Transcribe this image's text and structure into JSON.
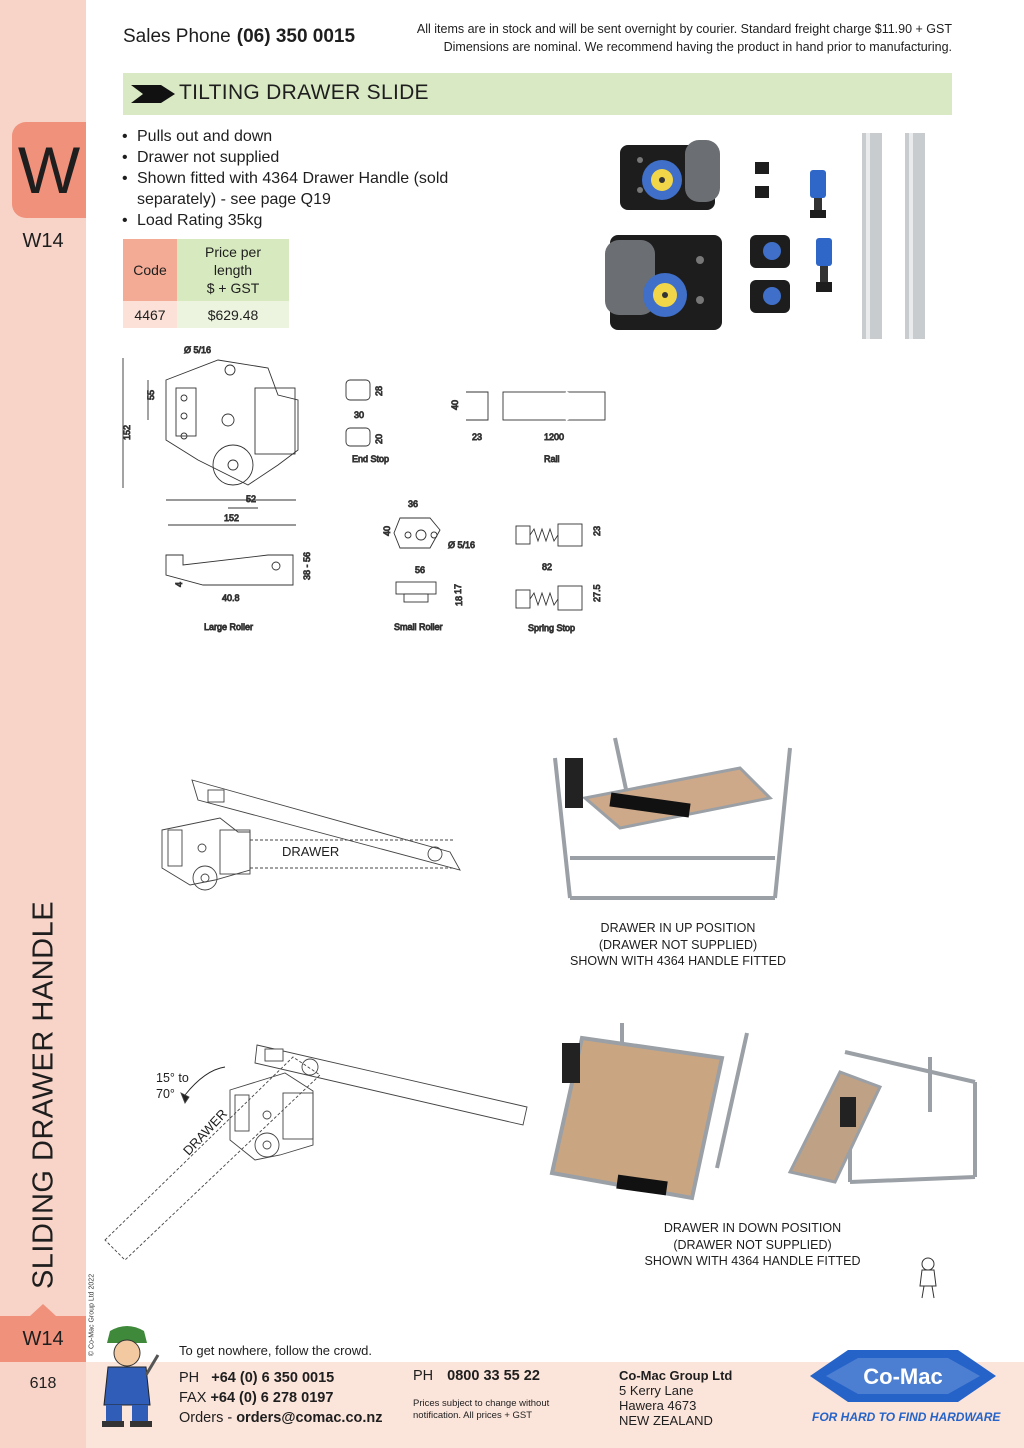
{
  "sidebar": {
    "letter": "W",
    "code": "W14",
    "vertical_title": "SLIDING DRAWER HANDLE",
    "copyright": "© Co-Mac Group Ltd 2022",
    "bottom_code": "W14",
    "page_number": "618"
  },
  "header": {
    "sales_label": "Sales Phone",
    "sales_number": "(06) 350 0015",
    "note_line1": "All items are in stock and will be sent overnight by courier. Standard freight charge $11.90 + GST",
    "note_line2": "Dimensions are nominal. We recommend having the product in hand prior to manufacturing."
  },
  "product": {
    "title": "TILTING DRAWER SLIDE",
    "bullets": [
      "Pulls out and down",
      "Drawer not supplied",
      "Shown fitted with 4364 Drawer Handle (sold separately) - see page Q19",
      "Load Rating 35kg"
    ],
    "table": {
      "code_header": "Code",
      "price_header_l1": "Price per",
      "price_header_l2": "length",
      "price_header_l3": "$ + GST",
      "rows": [
        {
          "code": "4467",
          "price": "$629.48"
        }
      ]
    }
  },
  "drawings": {
    "large_roller_top": {
      "dia": "Ø 5/16",
      "h152": "152",
      "h55": "55",
      "w52": "52",
      "w152": "152"
    },
    "end_stop": {
      "label": "End Stop",
      "d28": "28",
      "d30": "30",
      "d20": "20"
    },
    "rail": {
      "label": "Rail",
      "d40": "40",
      "d23": "23",
      "d1200": "1200"
    },
    "large_roller": {
      "label": "Large Roller",
      "d4": "4",
      "d40_8": "40.8",
      "d38_56": "38 - 56"
    },
    "small_roller": {
      "label": "Small Roller",
      "d36": "36",
      "d40": "40",
      "dia": "Ø 5/16",
      "d56": "56",
      "d18": "18",
      "d17": "17"
    },
    "spring_stop": {
      "label": "Spring Stop",
      "d23": "23",
      "d82": "82",
      "d27_5": "27.5"
    }
  },
  "diagrams": {
    "drawer_label": "DRAWER",
    "angle_label_l1": "15° to",
    "angle_label_l2": "70°"
  },
  "captions": {
    "up_l1": "DRAWER IN UP POSITION",
    "up_l2": "(DRAWER NOT SUPPLIED)",
    "up_l3": "SHOWN WITH 4364 HANDLE FITTED",
    "down_l1": "DRAWER IN DOWN POSITION",
    "down_l2": "(DRAWER NOT SUPPLIED)",
    "down_l3": "SHOWN WITH 4364 HANDLE FITTED"
  },
  "footer": {
    "tagline": "To get nowhere, follow the crowd.",
    "ph_label": "PH",
    "ph_number": "+64 (0) 6 350 0015",
    "fax_label": "FAX",
    "fax_number": "+64 (0) 6 278 0197",
    "orders_label": "Orders -",
    "orders_email": "orders@comac.co.nz",
    "ph2_label": "PH",
    "ph2_number": "0800 33 55 22",
    "prices_l1": "Prices subject to change without",
    "prices_l2": "notification. All prices + GST",
    "company": "Co-Mac Group Ltd",
    "address_l1": "5 Kerry Lane",
    "address_l2": "Hawera 4673",
    "address_l3": "NEW ZEALAND",
    "logo_text": "Co-Mac",
    "slogan": "FOR HARD TO FIND HARDWARE"
  },
  "colors": {
    "sidebar": "#f8d4c8",
    "tab": "#f0917c",
    "title_bar": "#d9e9c4",
    "logo_blue": "#2563c9"
  }
}
